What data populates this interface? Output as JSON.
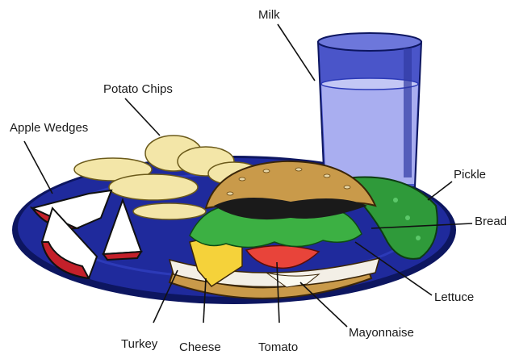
{
  "labels": {
    "milk": "Milk",
    "potato_chips": "Potato Chips",
    "apple_wedges": "Apple Wedges",
    "pickle": "Pickle",
    "bread": "Bread",
    "lettuce": "Lettuce",
    "mayonnaise": "Mayonnaise",
    "turkey": "Turkey",
    "cheese": "Cheese",
    "tomato": "Tomato"
  },
  "colors": {
    "plate": "#1f2a9c",
    "plate_rim": "#0d1660",
    "glass": "#4a55c9",
    "milk": "#a9aef0",
    "bread": "#c99a4a",
    "bread_dark": "#a97a30",
    "lettuce": "#3cb043",
    "tomato": "#e8443a",
    "pickle": "#2f9a3a",
    "apple_skin": "#c4202a",
    "chips": "#f3e6a8",
    "cheese": "#f5d23a"
  }
}
